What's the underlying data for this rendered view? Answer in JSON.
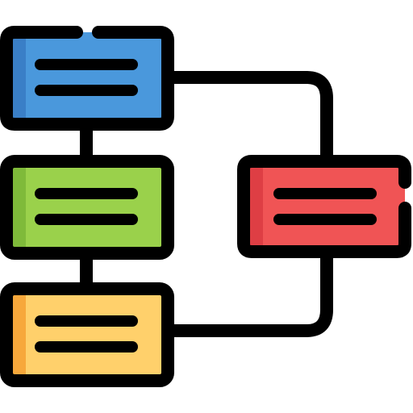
{
  "icon": {
    "name": "flowchart-icon",
    "outline_color": "#000000",
    "background_color": "#ffffff",
    "nodes": [
      {
        "name": "blue-node",
        "fill": "#4A98DC",
        "shade": "#3A7FC7"
      },
      {
        "name": "green-node",
        "fill": "#9AD14B",
        "shade": "#7FBA3A"
      },
      {
        "name": "orange-node",
        "fill": "#FFD06B",
        "shade": "#F7A83B"
      },
      {
        "name": "red-node",
        "fill": "#F05455",
        "shade": "#DE3E44"
      }
    ]
  }
}
